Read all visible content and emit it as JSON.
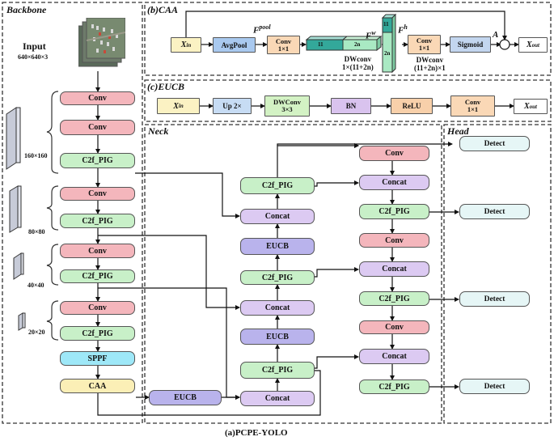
{
  "sections": {
    "backbone": "Backbone",
    "caa": "(b)CAA",
    "eucb": "(c)EUCB",
    "neck": "Neck",
    "head": "Head"
  },
  "caption": "(a)PCPE-YOLO",
  "input": {
    "title": "Input",
    "size": "640×640×3"
  },
  "scales": [
    "160×160",
    "80×80",
    "40×40",
    "20×20"
  ],
  "backbone": [
    "Conv",
    "Conv",
    "C2f_PIG",
    "Conv",
    "C2f_PIG",
    "Conv",
    "C2f_PIG",
    "Conv",
    "C2f_PIG",
    "SPPF",
    "CAA"
  ],
  "caa": {
    "xin": "X",
    "xin_sub": "in",
    "avgpool": "AvgPool",
    "fpool": "F",
    "fpool_sup": "pool",
    "conv": "Conv",
    "conv_k": "1×1",
    "c11": "11",
    "c2n": "2n",
    "fw": "F",
    "fw_sup": "w",
    "fh": "F",
    "fh_sup": "h",
    "dw1": "DWconv",
    "dw1_k": "1×(11+2n)",
    "conv2": "Conv",
    "conv2_k": "1×1",
    "dw2": "DWconv",
    "dw2_k": "(11+2n)×1",
    "sigmoid": "Sigmoid",
    "a": "A",
    "dot": "⊙",
    "xout": "X",
    "xout_sub": "out"
  },
  "eucb": {
    "xin": "X",
    "xin_sub": "in",
    "up": "Up 2×",
    "dwconv": "DWConv",
    "dwconv_k": "3×3",
    "bn": "BN",
    "relu": "ReLU",
    "conv": "Conv",
    "conv_k": "1×1",
    "xout": "X",
    "xout_sub": "out"
  },
  "neck_mid": [
    "C2f_PIG",
    "Concat",
    "EUCB",
    "C2f_PIG",
    "Concat",
    "EUCB",
    "C2f_PIG",
    "Concat"
  ],
  "neck_eucb": "EUCB",
  "neck_right": [
    "Conv",
    "Concat",
    "C2f_PIG",
    "Conv",
    "Concat",
    "C2f_PIG",
    "Conv",
    "Concat",
    "C2f_PIG"
  ],
  "head": [
    "Detect",
    "Detect",
    "Detect",
    "Detect"
  ],
  "colors": {
    "conv": "#f4b6bc",
    "c2f": "#c8f0c8",
    "sppf": "#9ee8f8",
    "caa": "#fbefb6",
    "concat": "#dccaf2",
    "eucb": "#b9b3ec",
    "detect": "#e6f6f6",
    "xin": "#fbf2c3",
    "avgpool": "#a9c9ef",
    "caaconv": "#fad8b6",
    "sigmoid": "#c3d6ef",
    "up": "#c7dcf4",
    "dwconv": "#d3f2c4",
    "bn": "#d9c3ee",
    "relu": "#f8d0aa"
  }
}
